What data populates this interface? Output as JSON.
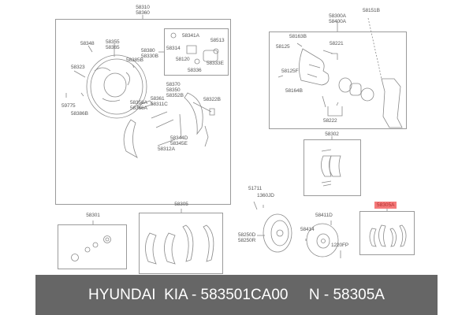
{
  "diagram": {
    "groups": [
      {
        "id": "rear-drum-brake-assembly",
        "labels": [
          "58310",
          "58360"
        ]
      },
      {
        "id": "wheel-cylinder-subassembly",
        "labels": [
          "58380",
          "58330B"
        ]
      },
      {
        "id": "front-caliper-assembly",
        "labels": [
          "58300A",
          "58400A"
        ]
      },
      {
        "id": "front-pad-kit",
        "labels": [
          "58302"
        ]
      },
      {
        "id": "wheel-cylinder-kit",
        "labels": [
          "58301"
        ]
      },
      {
        "id": "rear-shoe-set",
        "labels": [
          "58305"
        ]
      },
      {
        "id": "highlighted-shoe-set",
        "labels": [
          "58305A"
        ],
        "highlight_color": "#f47a7a"
      }
    ],
    "part_labels": {
      "p58348": "58348",
      "p58355": "58355\n58365",
      "p58323": "58323",
      "p58380": "58380\n58330B",
      "p58341A": "58341A",
      "p58314": "58314",
      "p58513": "58513",
      "p58120": "58120",
      "p58333E": "58333E",
      "p58336": "58336",
      "p58385B": "58385B",
      "p59775": "59775",
      "p58386B": "58386B",
      "p58356A": "58356A\n58366A",
      "p58361": "58361\n58311C",
      "p58370": "58370\n58350\n58352B",
      "p58322B": "58322B",
      "p58344D": "58344D\n58345E",
      "p58312A": "58312A",
      "p58310": "58310\n58360",
      "p58151B": "58151B",
      "p58300A": "58300A\n58400A",
      "p58163B": "58163B",
      "p58125": "58125",
      "p58221": "58221",
      "p58125F": "58125F",
      "p58164B": "58164B",
      "p58222": "58222",
      "p58302": "58302",
      "p51711": "51711",
      "p1360JD": "1360JD",
      "p58411D": "58411D",
      "p58414": "58414",
      "p58250D": "58250D\n58250R",
      "p1220FP": "1220FP",
      "p58301": "58301",
      "p58305": "58305",
      "p58305A": "58305A"
    }
  },
  "footer": {
    "text": "HYUNDAI  KIA - 583501CA00     N - 58305A",
    "brand": "HYUNDAI  KIA",
    "oem_number": "583501CA00",
    "part_number": "58305A",
    "background": "#666666",
    "color": "#ffffff"
  }
}
